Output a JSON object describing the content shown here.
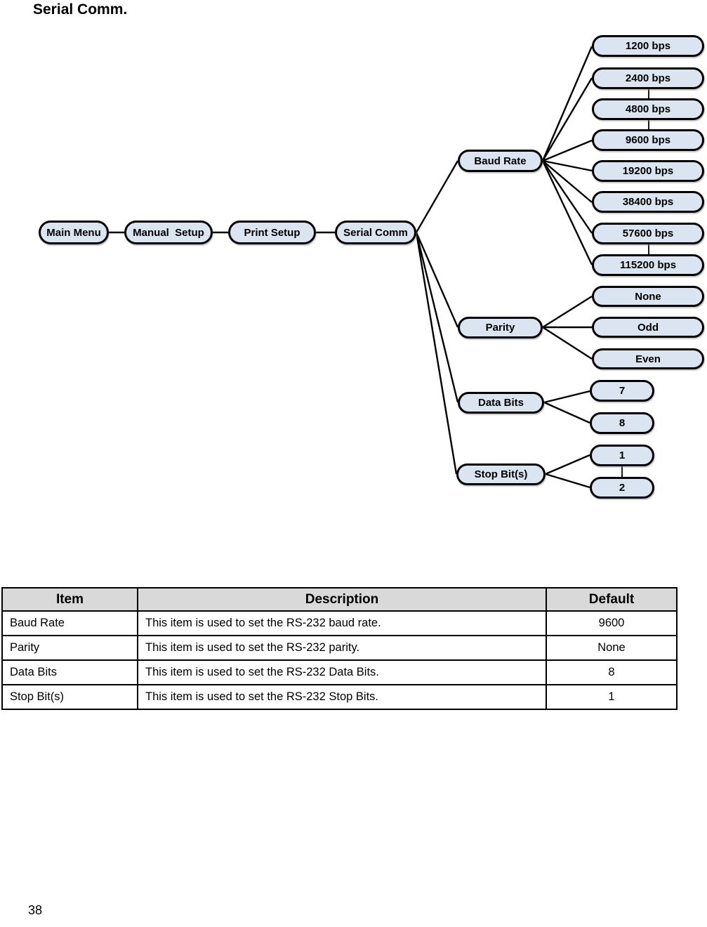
{
  "page": {
    "title": "Serial Comm.",
    "page_number": "38"
  },
  "diagram": {
    "node_fill_color": "#dbe5f1",
    "path": [
      "Main Menu",
      "Manual  Setup",
      "Print Setup",
      "Serial Comm"
    ],
    "branches": [
      {
        "label": "Baud Rate",
        "options": [
          "1200 bps",
          "2400 bps",
          "4800 bps",
          "9600 bps",
          "19200 bps",
          "38400 bps",
          "57600 bps",
          "115200 bps"
        ]
      },
      {
        "label": "Parity",
        "options": [
          "None",
          "Odd",
          "Even"
        ]
      },
      {
        "label": "Data Bits",
        "options": [
          "7",
          "8"
        ]
      },
      {
        "label": "Stop Bit(s)",
        "options": [
          "1",
          "2"
        ]
      }
    ]
  },
  "table": {
    "header_bg_color": "#d9d9d9",
    "headers": [
      "Item",
      "Description",
      "Default"
    ],
    "rows": [
      {
        "item": "Baud Rate",
        "description": "This item is used to set the RS-232 baud rate.",
        "default": "9600"
      },
      {
        "item": "Parity",
        "description": "This item is used to set the RS-232 parity.",
        "default": "None"
      },
      {
        "item": "Data Bits",
        "description": "This item is used to set the RS-232 Data Bits.",
        "default": "8"
      },
      {
        "item": "Stop Bit(s)",
        "description": "This item is used to set the RS-232 Stop Bits.",
        "default": "1"
      }
    ]
  }
}
